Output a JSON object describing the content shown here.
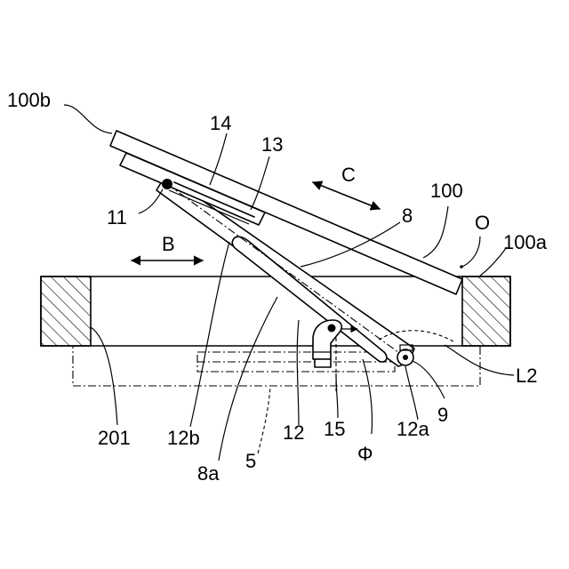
{
  "figure": {
    "labels": {
      "l100b": "100b",
      "l14": "14",
      "l13": "13",
      "lC": "C",
      "l100": "100",
      "l8": "8",
      "lO": "O",
      "l100a": "100a",
      "l11": "11",
      "lB": "B",
      "l201": "201",
      "l12b": "12b",
      "l12": "12",
      "l15": "15",
      "l12a": "12a",
      "l9": "9",
      "lL2": "L2",
      "l8a": "8a",
      "l5": "5",
      "lPhi": "Φ"
    }
  }
}
